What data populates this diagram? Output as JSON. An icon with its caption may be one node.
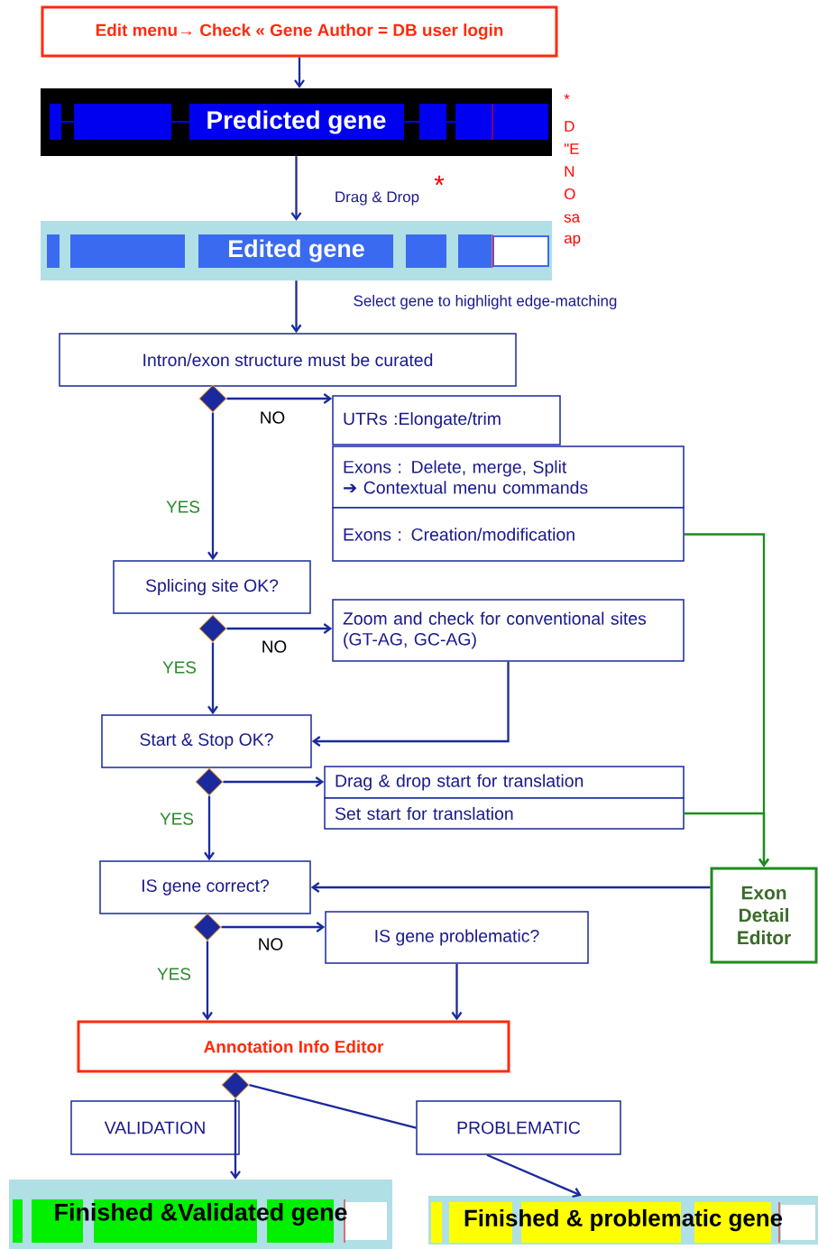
{
  "diagram": {
    "nodes": [
      {
        "text": [
          "Edit menu→ Check « Gene Author = DB user login"
        ]
      },
      {
        "text": [
          "Predicted gene"
        ]
      },
      {
        "text": [
          "Edited gene"
        ]
      },
      {
        "text": [
          "Intron/exon structure must be curated"
        ]
      },
      {
        "text": [],
        "shape": "diamond"
      },
      {
        "text": [
          "UTRs :Elongate/trim"
        ]
      },
      {
        "text": [
          "Exons : Delete, merge, Split ➔ Contextual menu commands"
        ]
      },
      {
        "text": [
          "Exons : Creation/modification"
        ]
      },
      {
        "text": [
          "Splicing site OK?"
        ]
      },
      {
        "text": [],
        "shape": "diamond"
      },
      {
        "text": [
          "Zoom and check for conventional sites (GT-AG, GC-AG)"
        ]
      },
      {
        "text": [
          "Start & Stop OK?"
        ]
      },
      {
        "text": [],
        "shape": "diamond"
      },
      {
        "text": [
          "Drag & drop start for translation"
        ]
      },
      {
        "text": [
          "Set start for translation"
        ]
      },
      {
        "text": [
          "IS gene correct?"
        ]
      },
      {
        "text": [],
        "shape": "diamond"
      },
      {
        "text": [
          "IS  gene problematic?"
        ]
      },
      {
        "text": [
          "Exon Detail Editor"
        ]
      },
      {
        "text": [
          "Annotation Info Editor"
        ]
      },
      {
        "text": [],
        "shape": "diamond"
      },
      {
        "text": [
          "VALIDATION"
        ]
      },
      {
        "text": [
          "PROBLEMATIC"
        ]
      },
      {
        "text": [
          "Finished &Validated gene"
        ]
      },
      {
        "text": [
          "Finished & problematic gene"
        ]
      }
    ],
    "edges": [
      {
        "from": 0,
        "to": 1,
        "arrow": "to"
      },
      {
        "from": 1,
        "to": 2,
        "arrow": "to",
        "label": "Drag & Drop"
      },
      {
        "from": 2,
        "to": 3,
        "arrow": "to",
        "label": "Select gene to highlight edge-matching"
      },
      {
        "from": 4,
        "to": 5,
        "arrow": "to",
        "label": "NO"
      },
      {
        "from": 4,
        "to": 8,
        "arrow": "to",
        "label": "YES"
      },
      {
        "from": 7,
        "to": 18,
        "arrow": "to",
        "color": "#1e8c1e"
      },
      {
        "from": 9,
        "to": 10,
        "arrow": "to",
        "label": "NO"
      },
      {
        "from": 9,
        "to": 11,
        "arrow": "to",
        "label": "YES"
      },
      {
        "from": 10,
        "to": 11,
        "arrow": "to"
      },
      {
        "from": 12,
        "to": 13,
        "arrow": "to"
      },
      {
        "from": 12,
        "to": 15,
        "arrow": "to",
        "label": "YES"
      },
      {
        "from": 14,
        "to": 18,
        "arrow": "to",
        "color": "#1e8c1e"
      },
      {
        "from": 18,
        "to": 15,
        "arrow": "to"
      },
      {
        "from": 16,
        "to": 17,
        "arrow": "to",
        "label": "NO"
      },
      {
        "from": 16,
        "to": 19,
        "arrow": "to",
        "label": "YES"
      },
      {
        "from": 17,
        "to": 19,
        "arrow": "to"
      },
      {
        "from": 20,
        "to": 23,
        "arrow": "to"
      },
      {
        "from": 20,
        "to": 22,
        "arrow": "none"
      },
      {
        "from": 22,
        "to": 24,
        "arrow": "to"
      }
    ],
    "labels": [
      "*",
      "D",
      "\"E",
      "N",
      "O",
      "sa",
      "ap",
      "*"
    ]
  }
}
